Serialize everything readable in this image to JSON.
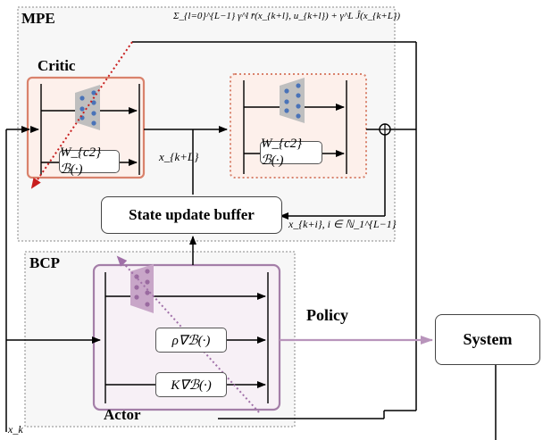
{
  "sections": {
    "mpe_title": "MPE",
    "bcp_title": "BCP"
  },
  "labels": {
    "critic": "Critic",
    "actor": "Actor",
    "policy": "Policy",
    "x_k": "x_k",
    "x_k_plus_L": "x_{k+L}",
    "x_k_plus_i": "x_{k+i},  i ∈ ℕ_1^{L−1}",
    "sum_formula": "Σ_{l=0}^{L−1} γ^l r̄(x_{k+l}, u_{k+l}) + γ^L Ĵ(x_{k+L})"
  },
  "boxes": {
    "state_update_buffer": "State update buffer",
    "system": "System",
    "critic_basis_left": "W_{c2} ℬ(·)",
    "critic_basis_right": "W_{c2} ℬ(·)",
    "actor_rho": "ρ∇ℬ(·)",
    "actor_K": "K∇ℬ(·)"
  },
  "colors": {
    "critic_border": "#d9826c",
    "critic_fill": "#fdf0eb",
    "actor_border": "#a47ea8",
    "actor_fill": "#f7f0f6",
    "network_gray": "#bfbfbf",
    "network_purple": "#c8a6c8",
    "node_blue": "#4a73b8",
    "node_purple": "#9a6aa0",
    "dashed_red": "#c81e1e",
    "dotted_purple": "#a070a8",
    "policy_arrow": "#b894bb"
  }
}
